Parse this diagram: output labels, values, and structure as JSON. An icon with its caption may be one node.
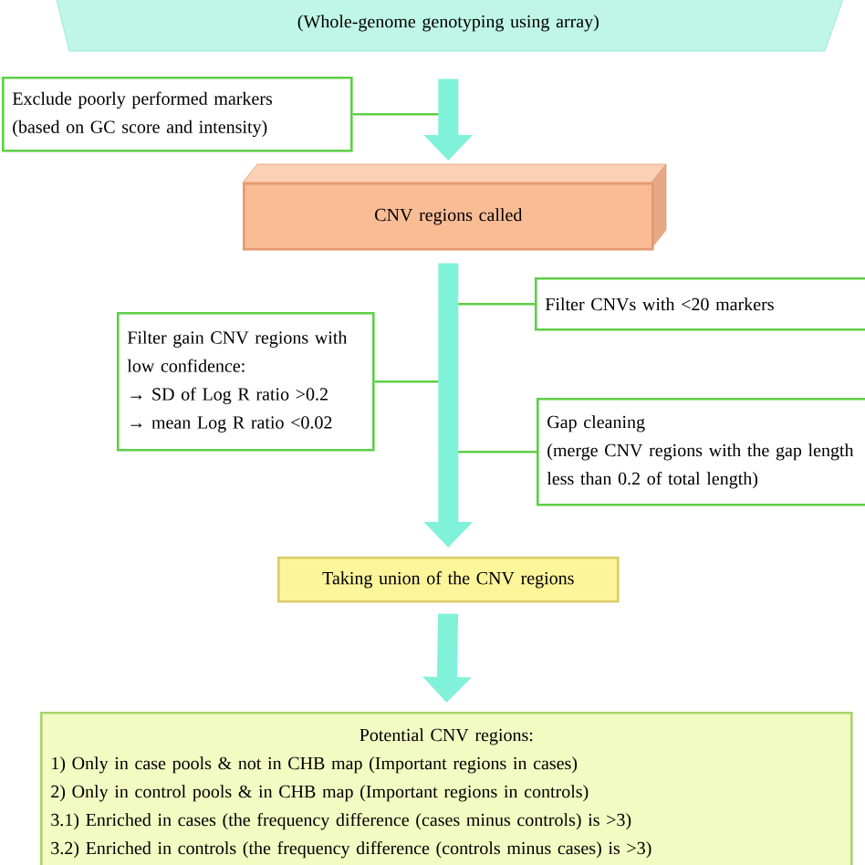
{
  "diagram": {
    "nodes": [
      {
        "text": [
          "(Whole-genome genotyping using array)"
        ]
      },
      {
        "text": [
          "Exclude poorly performed markers",
          "(based on GC score and  intensity)"
        ]
      },
      {
        "text": [
          "CNV regions called"
        ]
      },
      {
        "text": [
          "Filter CNVs with <20 markers"
        ]
      },
      {
        "text": [
          "Filter gain CNV regions with low confidence:",
          "→ SD of Log R ratio >0.2",
          "→ mean Log R ratio <0.02"
        ]
      },
      {
        "text": [
          "Gap cleaning",
          "(merge CNV regions with the gap length less than 0.2 of total length)"
        ]
      },
      {
        "text": [
          "Taking union of the CNV regions"
        ]
      },
      {
        "text": [
          "Potential CNV regions:",
          "1) Only in case pools & not in CHB map (Important regions in cases)",
          "2) Only in control  pools & in CHB map (Important regions in controls)",
          "3.1) Enriched in cases (the frequency difference (cases minus controls) is >3)",
          "3.2) Enriched in controls (the frequency difference (controls minus cases) is >3)"
        ]
      }
    ],
    "edges": [
      {
        "from": 0,
        "to": 2,
        "arrow": "to",
        "style": "thick",
        "color": "#80f2da"
      },
      {
        "from": 1,
        "to": null,
        "arrow": "none"
      },
      {
        "from": 2,
        "to": 6,
        "arrow": "to",
        "style": "thick",
        "color": "#80f2da"
      },
      {
        "from": 3,
        "to": null,
        "arrow": "none"
      },
      {
        "from": 4,
        "to": null,
        "arrow": "none"
      },
      {
        "from": 5,
        "to": null,
        "arrow": "none"
      },
      {
        "from": 6,
        "to": 7,
        "arrow": "to",
        "style": "thick",
        "color": "#80f2da"
      }
    ]
  }
}
